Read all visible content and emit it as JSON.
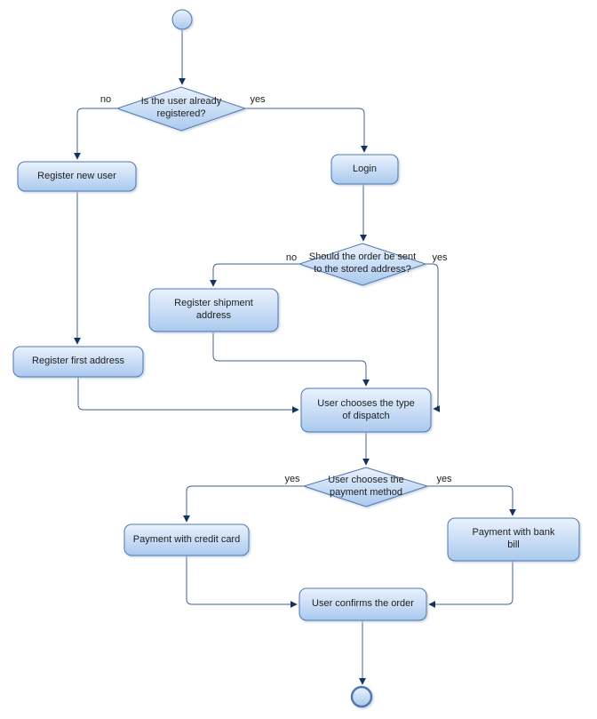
{
  "diagram": {
    "type": "activity-flowchart",
    "colors": {
      "background": "#ffffff",
      "node_fill_top": "#eaf2fd",
      "node_fill_bottom": "#aac9ee",
      "node_border": "#4f77ad",
      "edge_line": "#44618e",
      "arrow_head": "#16335f",
      "text": "#1e1e1e"
    },
    "nodes": {
      "start": {
        "kind": "initial-node"
      },
      "decision_registered": {
        "label": "Is the user already\nregistered?"
      },
      "register_new_user": {
        "label": "Register new user"
      },
      "login": {
        "label": "Login"
      },
      "decision_stored_address": {
        "label": "Should the order be sent\nto the stored address?"
      },
      "register_shipment_address": {
        "label": "Register shipment\naddress"
      },
      "register_first_address": {
        "label": "Register first address"
      },
      "choose_dispatch": {
        "label": "User chooses the type\nof dispatch"
      },
      "decision_payment_method": {
        "label": "User chooses the\npayment method"
      },
      "payment_credit_card": {
        "label": "Payment with credit card"
      },
      "payment_bank_bill": {
        "label": "Payment with bank\nbill"
      },
      "confirm_order": {
        "label": "User confirms the order"
      },
      "end": {
        "kind": "final-node"
      }
    },
    "edge_labels": {
      "registered_no": "no",
      "registered_yes": "yes",
      "stored_no": "no",
      "stored_yes": "yes",
      "payment_credit_yes": "yes",
      "payment_bank_yes": "yes"
    }
  }
}
